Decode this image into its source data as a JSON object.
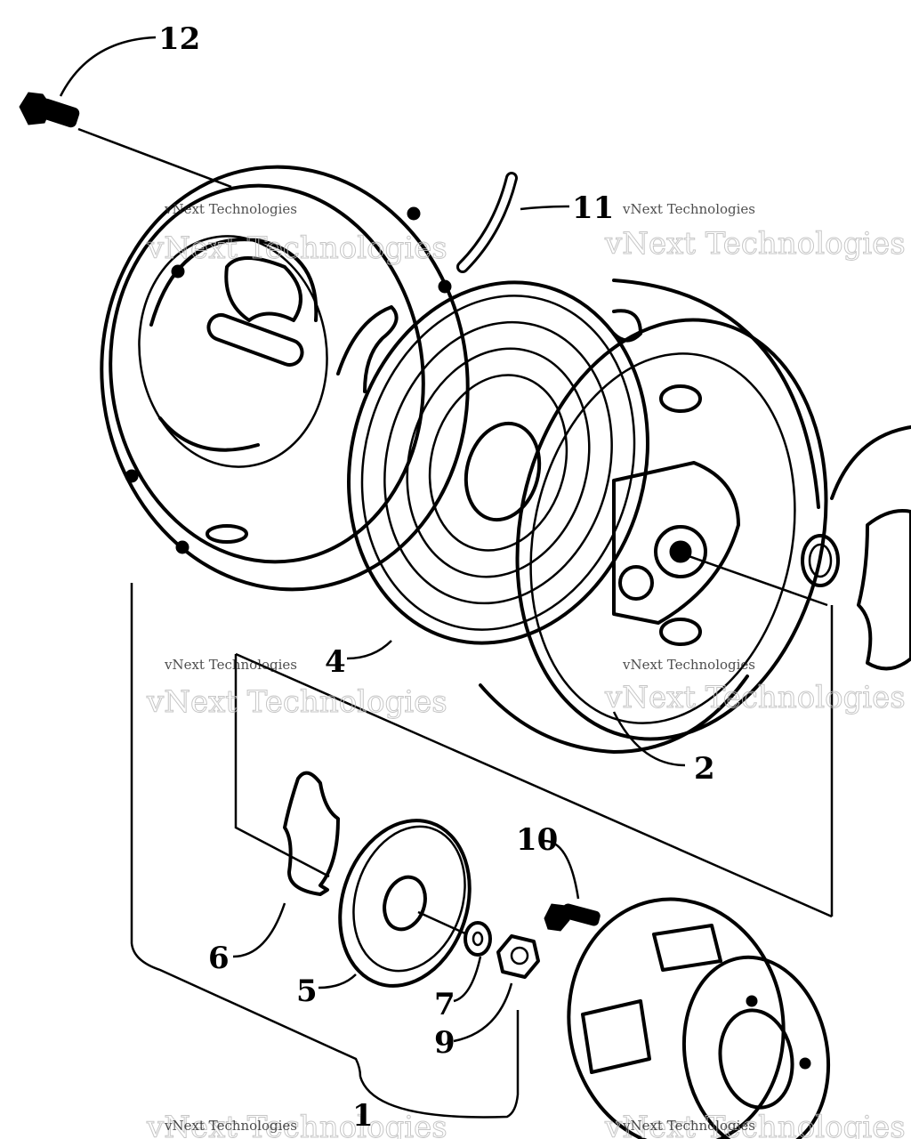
{
  "callouts": [
    {
      "id": "c1",
      "text": "1"
    },
    {
      "id": "c2",
      "text": "2"
    },
    {
      "id": "c4",
      "text": "4"
    },
    {
      "id": "c5",
      "text": "5"
    },
    {
      "id": "c6",
      "text": "6"
    },
    {
      "id": "c7",
      "text": "7"
    },
    {
      "id": "c9",
      "text": "9"
    },
    {
      "id": "c10",
      "text": "10"
    },
    {
      "id": "c11",
      "text": "11"
    },
    {
      "id": "c12",
      "text": "12"
    }
  ],
  "watermark": {
    "big": "vNext Technologies",
    "small": "vNext Technologies"
  }
}
